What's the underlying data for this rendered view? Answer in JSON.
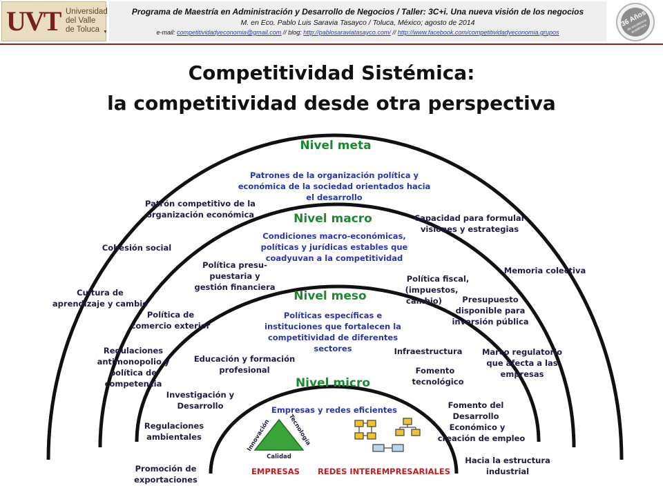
{
  "header": {
    "logo": {
      "mark": "UVT",
      "text_lines": [
        "Universidad",
        "del Valle",
        "de Toluca"
      ]
    },
    "program_line": "Programa de Maestría en Administración y Desarrollo de Negocios / Taller: 3C+i. Una nueva visión de los negocios",
    "author_line": "M. en Eco. Pablo Luis Saravia Tasayco / Toluca, México; agosto de 2014",
    "contact": {
      "email_label": "e-mail: ",
      "email": "competitividadyeconomia@gmail.com",
      "sep1": " // blog: ",
      "blog": "http://pablosaraviatasayco.com/",
      "sep2": " // ",
      "facebook": "http://www.facebook.com/competitividadyeconomia.grupos"
    },
    "badge": {
      "line1": "36 Años",
      "line2": "de excelencia",
      "line3": "académica"
    },
    "accent_color": "#8f1c1c"
  },
  "title": {
    "line1": "Competitividad Sistémica:",
    "line2": "la competitividad desde otra perspectiva"
  },
  "diagram": {
    "colors": {
      "arc": "#111111",
      "level": "#1a8a2e",
      "label": "#1d1d40",
      "center_text": "#2a36a8",
      "bottom_label": "#c01e1e",
      "triangle": "#3aa33a"
    },
    "levels": [
      {
        "id": "meta",
        "title": "Nivel meta",
        "center_lines": [
          "Patrones de la organización política y",
          "económica de la sociedad orientados hacia",
          "el desarrollo"
        ]
      },
      {
        "id": "macro",
        "title": "Nivel macro",
        "center_lines": [
          "Condiciones macro-económicas,",
          "políticas y jurídicas estables que",
          "coadyuvan a la competitividad"
        ]
      },
      {
        "id": "meso",
        "title": "Nivel meso",
        "center_lines": [
          "Políticas específicas e",
          "instituciones que fortalecen la",
          "competitividad de diferentes",
          "sectores"
        ]
      },
      {
        "id": "micro",
        "title": "Nivel micro",
        "center_lines": [
          "Empresas y redes eficientes"
        ]
      }
    ],
    "left_labels": [
      {
        "id": "patron-competitivo",
        "lines": [
          "Patrón competitivo de la",
          "organización económica"
        ]
      },
      {
        "id": "cohesion-social",
        "lines": [
          "Cohesión social"
        ]
      },
      {
        "id": "cultura-aprendizaje",
        "lines": [
          "Cultura  de",
          "aprendizaje y cambio"
        ]
      },
      {
        "id": "politica-presupuestaria",
        "lines": [
          "Política presu-",
          "puestaria y",
          "gestión financiera"
        ]
      },
      {
        "id": "politica-comercio",
        "lines": [
          "Política de",
          "comercio exterior"
        ]
      },
      {
        "id": "regulaciones-antimonopolio",
        "lines": [
          "Regulaciones",
          "antimonopolio y",
          "política de",
          "competencia"
        ]
      },
      {
        "id": "educacion-formacion",
        "lines": [
          "Educación y formación",
          "profesional"
        ]
      },
      {
        "id": "investigacion-desarrollo",
        "lines": [
          "Investigación y",
          "Desarrollo"
        ]
      },
      {
        "id": "regulaciones-ambientales",
        "lines": [
          "Regulaciones",
          "ambientales"
        ]
      },
      {
        "id": "promocion-exportaciones",
        "lines": [
          "Promoción de",
          "exportaciones"
        ]
      }
    ],
    "right_labels": [
      {
        "id": "capacidad-formular",
        "lines": [
          "Capacidad para formular",
          "visiones y estrategias"
        ]
      },
      {
        "id": "memoria-colectiva",
        "lines": [
          "Memoria colectiva"
        ]
      },
      {
        "id": "politica-fiscal",
        "lines": [
          "Política fiscal,",
          "(impuestos,",
          "cambio)"
        ]
      },
      {
        "id": "presupuesto-disponible",
        "lines": [
          "Presupuesto",
          "disponible para",
          "inversión pública"
        ]
      },
      {
        "id": "infraestructura",
        "lines": [
          "Infraestructura"
        ]
      },
      {
        "id": "marco-regulatorio",
        "lines": [
          "Marco regulatorio",
          "que afecta a las",
          "empresas"
        ]
      },
      {
        "id": "fomento-tecnologico",
        "lines": [
          "Fomento",
          "tecnológico"
        ]
      },
      {
        "id": "fomento-desarrollo",
        "lines": [
          "Fomento del",
          "Desarrollo",
          "Económico y",
          "creación de empleo"
        ]
      },
      {
        "id": "estructura-industrial",
        "lines": [
          "Hacia la estructura",
          "industrial"
        ]
      }
    ],
    "triangle": {
      "left": "Innovación",
      "right": "Tecnología",
      "bottom": "Calidad"
    },
    "bottom_labels": {
      "empresas": "EMPRESAS",
      "redes": "REDES INTEREMPRESARIALES"
    }
  }
}
